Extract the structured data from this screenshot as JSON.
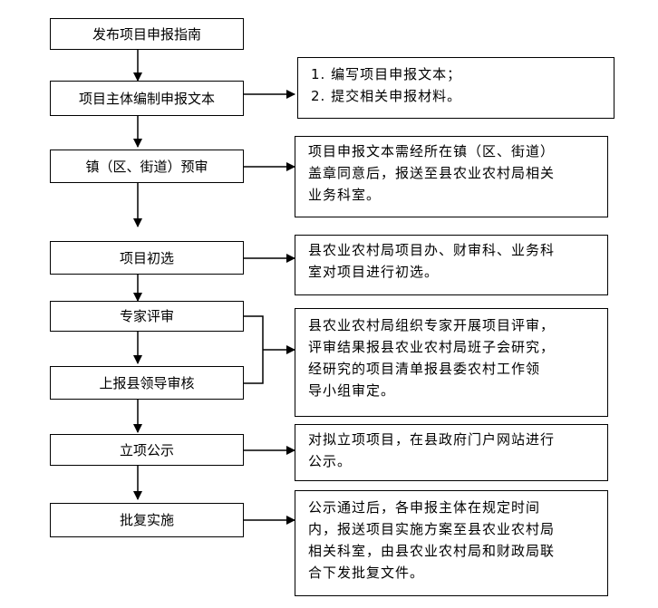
{
  "steps": [
    {
      "id": "s1",
      "label": "发布项目申报指南"
    },
    {
      "id": "s2",
      "label": "项目主体编制申报文本"
    },
    {
      "id": "s3",
      "label": "镇（区、街道）预审"
    },
    {
      "id": "s4",
      "label": "项目初选"
    },
    {
      "id": "s5",
      "label": "专家评审"
    },
    {
      "id": "s6",
      "label": "上报县领导审核"
    },
    {
      "id": "s7",
      "label": "立项公示"
    },
    {
      "id": "s8",
      "label": "批复实施"
    }
  ],
  "notes": [
    {
      "id": "n1",
      "lines": [
        "1. 编写项目申报文本；",
        "2. 提交相关申报材料。"
      ]
    },
    {
      "id": "n2",
      "lines": [
        "项目申报文本需经所在镇（区、街道）",
        "盖章同意后，报送至县农业农村局相关",
        "业务科室。"
      ]
    },
    {
      "id": "n3",
      "lines": [
        "县农业农村局项目办、财审科、业务科",
        "室对项目进行初选。"
      ]
    },
    {
      "id": "n4",
      "lines": [
        "县农业农村局组织专家开展项目评审，",
        "评审结果报县农业农村局班子会研究，",
        "经研究的项目清单报县委农村工作领",
        "导小组审定。"
      ]
    },
    {
      "id": "n5",
      "lines": [
        "对拟立项项目，在县政府门户网站进行",
        "公示。"
      ]
    },
    {
      "id": "n6",
      "lines": [
        "公示通过后，各申报主体在规定时间",
        "内，报送项目实施方案至县农业农村局",
        "相关科室，由县农业农村局和财政局联",
        "合下发批复文件。"
      ]
    }
  ]
}
